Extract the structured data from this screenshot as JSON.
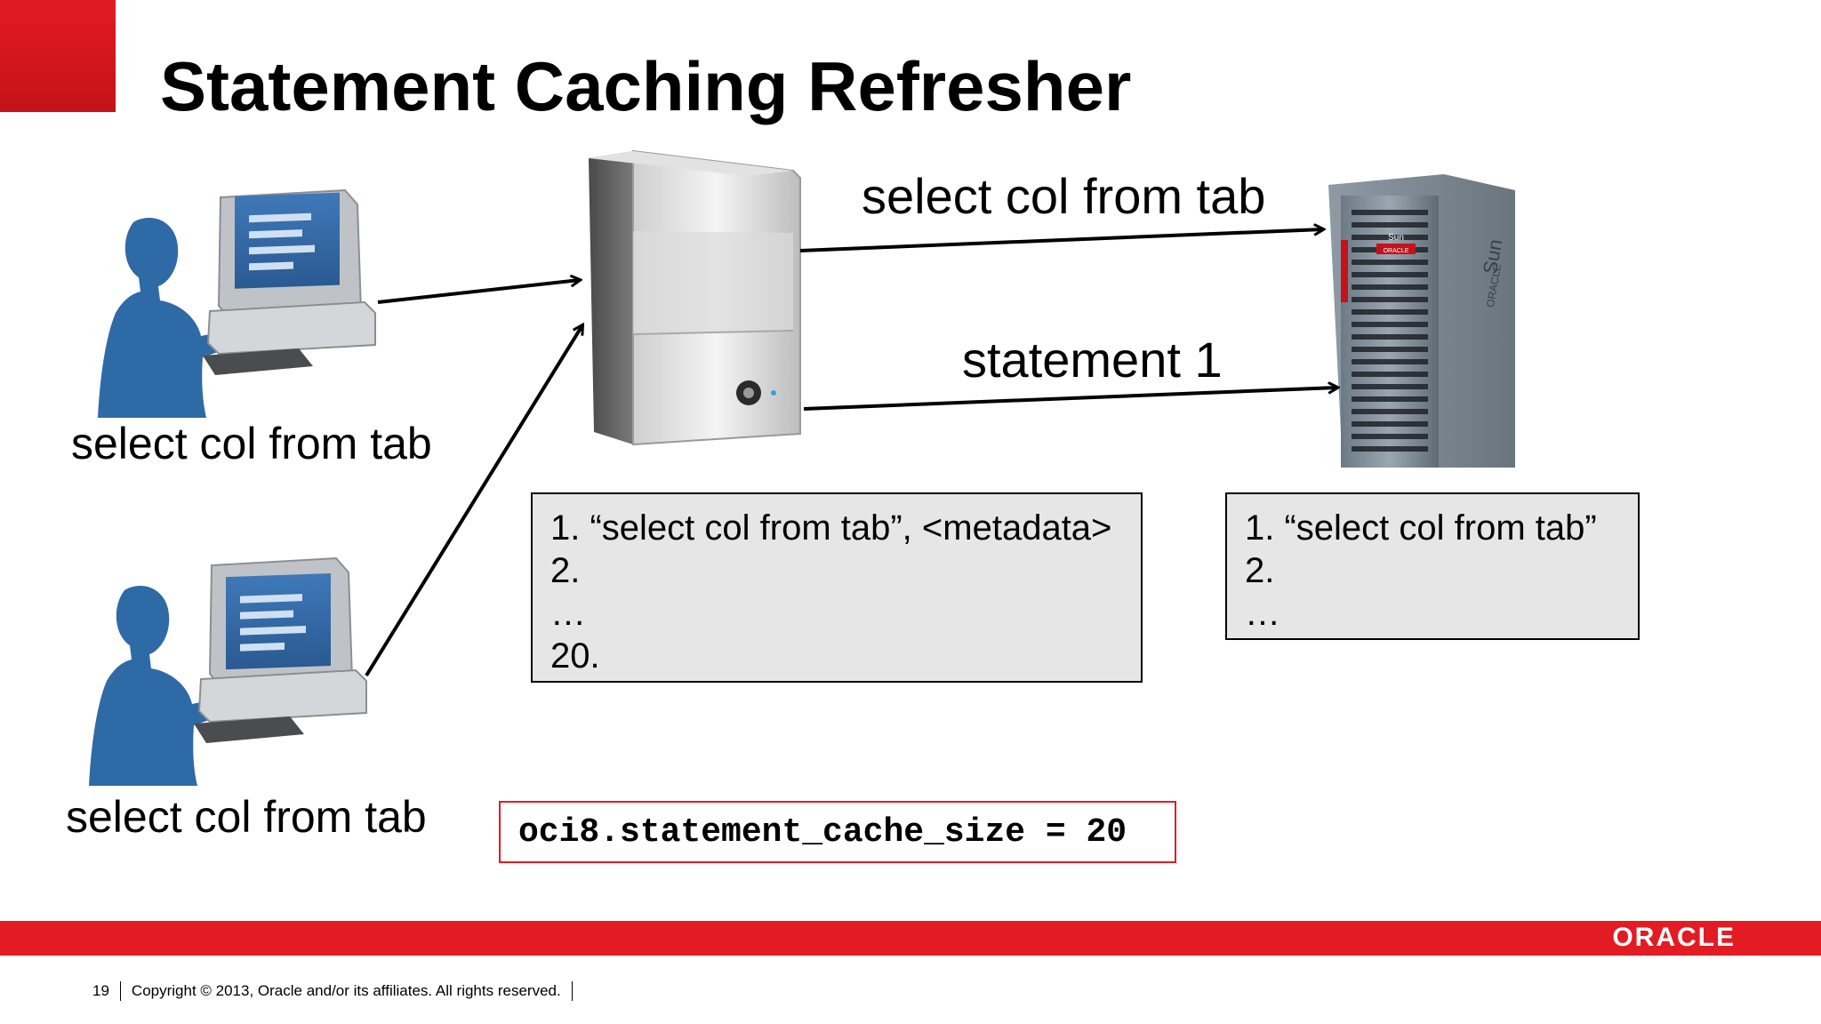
{
  "slide": {
    "title": "Statement Caching Refresher",
    "page_number": "19",
    "copyright": "Copyright © 2013, Oracle and/or its affiliates. All rights reserved.",
    "logo_text": "ORACLE"
  },
  "clients": [
    {
      "label": "select col from tab"
    },
    {
      "label": "select col from tab"
    }
  ],
  "arrows": {
    "query_label": "select col from tab",
    "statement_label": "statement 1"
  },
  "client_cache": {
    "lines": [
      "1. “select col from tab”, <metadata>",
      "2.",
      "…",
      "20."
    ]
  },
  "server_cache": {
    "lines": [
      "1. “select col from tab”",
      "2.",
      "…"
    ]
  },
  "config": {
    "text": "oci8.statement_cache_size = 20"
  },
  "server_brand": {
    "sun": "Sun",
    "oracle": "ORACLE"
  },
  "colors": {
    "accent": "#e31b23",
    "person": "#2e6aa6",
    "box_fill": "#e6e6e6"
  }
}
